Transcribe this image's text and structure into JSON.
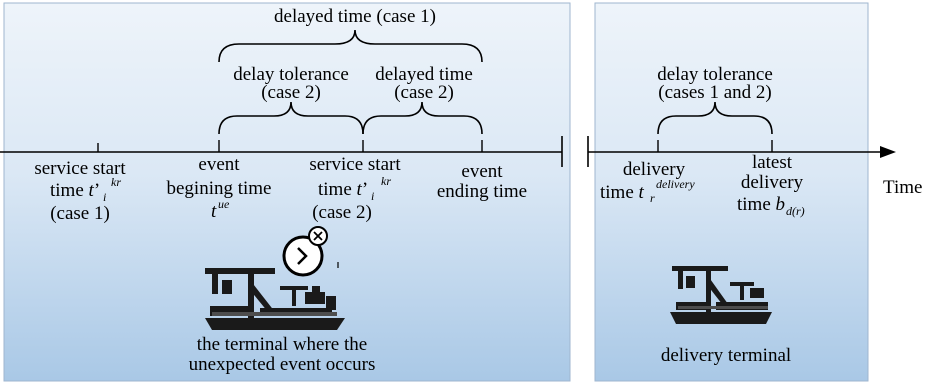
{
  "panels": {
    "left_caption": [
      "the terminal where the",
      "unexpected event occurs"
    ],
    "right_caption": "delivery terminal"
  },
  "braces": {
    "delayed_case1": "delayed time (case 1)",
    "tolerance_case2": [
      "delay tolerance",
      "(case 2)"
    ],
    "delayed_case2": [
      "delayed time",
      "(case 2)"
    ],
    "tolerance_cases12": [
      "delay tolerance",
      "(cases 1 and 2)"
    ]
  },
  "ticks": {
    "service_start_1": {
      "l1": "service start",
      "l2_prefix": "time ",
      "var": "t",
      "prime": "’",
      "sup": "kr",
      "sub": "i",
      "l3": "(case 1)"
    },
    "event_begin": {
      "l1": "event",
      "l2": "begining time",
      "var": "t",
      "sup": "ue"
    },
    "service_start_2": {
      "l1": "service start",
      "l2_prefix": "time ",
      "var": "t",
      "prime": "’",
      "sup": "kr",
      "sub": "i",
      "l3": "(case 2)"
    },
    "event_end": {
      "l1": "event",
      "l2": "ending time"
    },
    "delivery_time": {
      "l1": "delivery",
      "l2_prefix": "time ",
      "var": "t",
      "sub": "r",
      "sup": "delivery"
    },
    "latest_delivery": {
      "l1": "latest",
      "l2": "delivery",
      "l3_prefix": "time ",
      "var": "b",
      "sub": "d(r)"
    }
  },
  "axis_label": "Time",
  "colors": {
    "panel_top": "#eef4fa",
    "panel_bottom": "#a9c8e6",
    "panel_border": "#9fb6cf"
  },
  "icons": [
    "clock-delay-icon",
    "port-crane-icon"
  ]
}
